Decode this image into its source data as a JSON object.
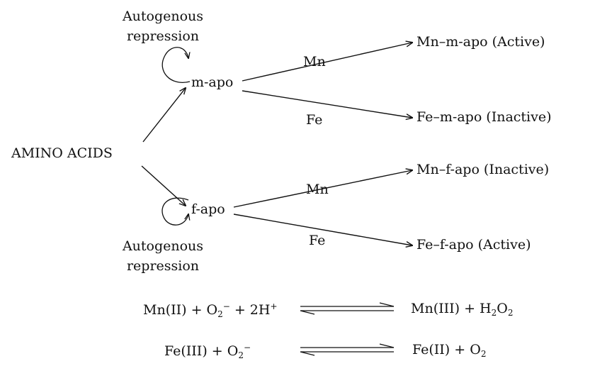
{
  "diagram": {
    "source": "AMINO ACIDS",
    "top_repression_line1": "Autogenous",
    "top_repression_line2": "repression",
    "bottom_repression_line1": "Autogenous",
    "bottom_repression_line2": "repression",
    "m_apo": "m-apo",
    "f_apo": "f-apo",
    "m_mn_label": "Mn",
    "m_fe_label": "Fe",
    "f_mn_label": "Mn",
    "f_fe_label": "Fe",
    "product_mn_m": "Mn–m-apo (Active)",
    "product_fe_m": "Fe–m-apo (Inactive)",
    "product_mn_f": "Mn–f-apo (Inactive)",
    "product_fe_f": "Fe–f-apo (Active)"
  },
  "equations": {
    "eq1_left": {
      "a": "Mn(II) + O",
      "a_sub": "2",
      "a_sup": "−",
      "b": " + 2H",
      "b_sup": "+"
    },
    "eq1_right": {
      "a": "Mn(III) + H",
      "a_sub": "2",
      "b": "O",
      "b_sub": "2"
    },
    "eq2_left": {
      "a": "Fe(III) + O",
      "a_sub": "2",
      "a_sup": "−"
    },
    "eq2_right": {
      "a": "Fe(II) + O",
      "a_sub": "2"
    }
  }
}
